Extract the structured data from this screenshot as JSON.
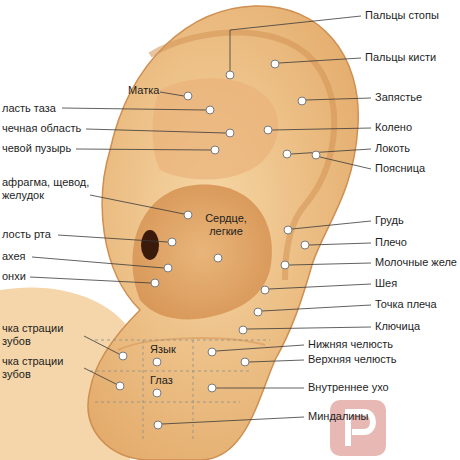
{
  "diagram": {
    "labels": [
      "Пальцы стопы",
      "Пальцы кисти",
      "Матка",
      "Запястье",
      "ласть таза",
      "Колено",
      "чечная область",
      "чевой пузырь",
      "Локоть",
      "Поясница",
      "афрагма, щевод, желудок",
      "Грудь",
      "Сердце, легкие",
      "лость рта",
      "Плечо",
      "ахея",
      "Молочные желе",
      "онхи",
      "Шея",
      "Точка плеча",
      "чка страции зубов",
      "Ключица",
      "Нижняя челюсть",
      "Язык",
      "Верхняя челюсть",
      "чка страции зубов",
      "Глаз",
      "Внутреннее ухо",
      "Миндалины"
    ]
  }
}
